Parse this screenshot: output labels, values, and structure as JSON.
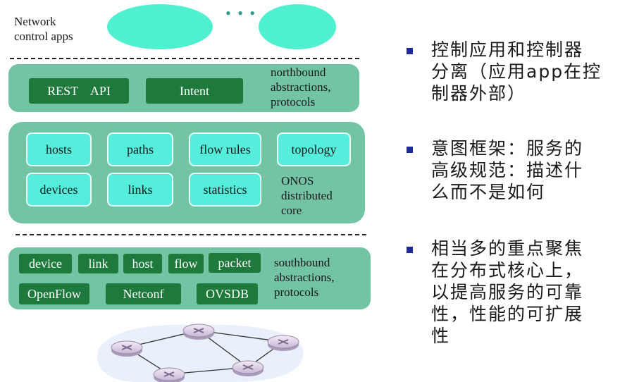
{
  "apps": {
    "label_line1": "Network",
    "label_line2": "control apps",
    "dots": "• • •"
  },
  "northbound": {
    "boxes": [
      "REST    API",
      "Intent"
    ],
    "label": [
      "northbound",
      "abstractions,",
      "protocols"
    ]
  },
  "core": {
    "boxes": [
      "hosts",
      "paths",
      "flow rules",
      "topology",
      "devices",
      "links",
      "statistics"
    ],
    "label": [
      "ONOS",
      "distributed",
      "core"
    ]
  },
  "southbound": {
    "row1": [
      "device",
      "link",
      "host",
      "flow",
      "packet"
    ],
    "row2": [
      "OpenFlow",
      "Netconf",
      "OVSDB"
    ],
    "label": [
      "southbound",
      "abstractions,",
      "protocols"
    ]
  },
  "bullets": [
    [
      "控制应用和控制器",
      "分离（应用app在控",
      "制器外部）"
    ],
    [
      "意图框架：服务的",
      "高级规范：描述什",
      "么而不是如何"
    ],
    [
      "相当多的重点聚焦",
      "在分布式核心上，",
      "以提高服务的可靠",
      "性，性能的可扩展",
      "性"
    ]
  ],
  "colors": {
    "layer": "#72c4a4",
    "dark_box": "#1e7a3c",
    "light_box": "#55eedc",
    "app_ellipse": "#4ff0cf",
    "bullet": "#1f2a99"
  }
}
